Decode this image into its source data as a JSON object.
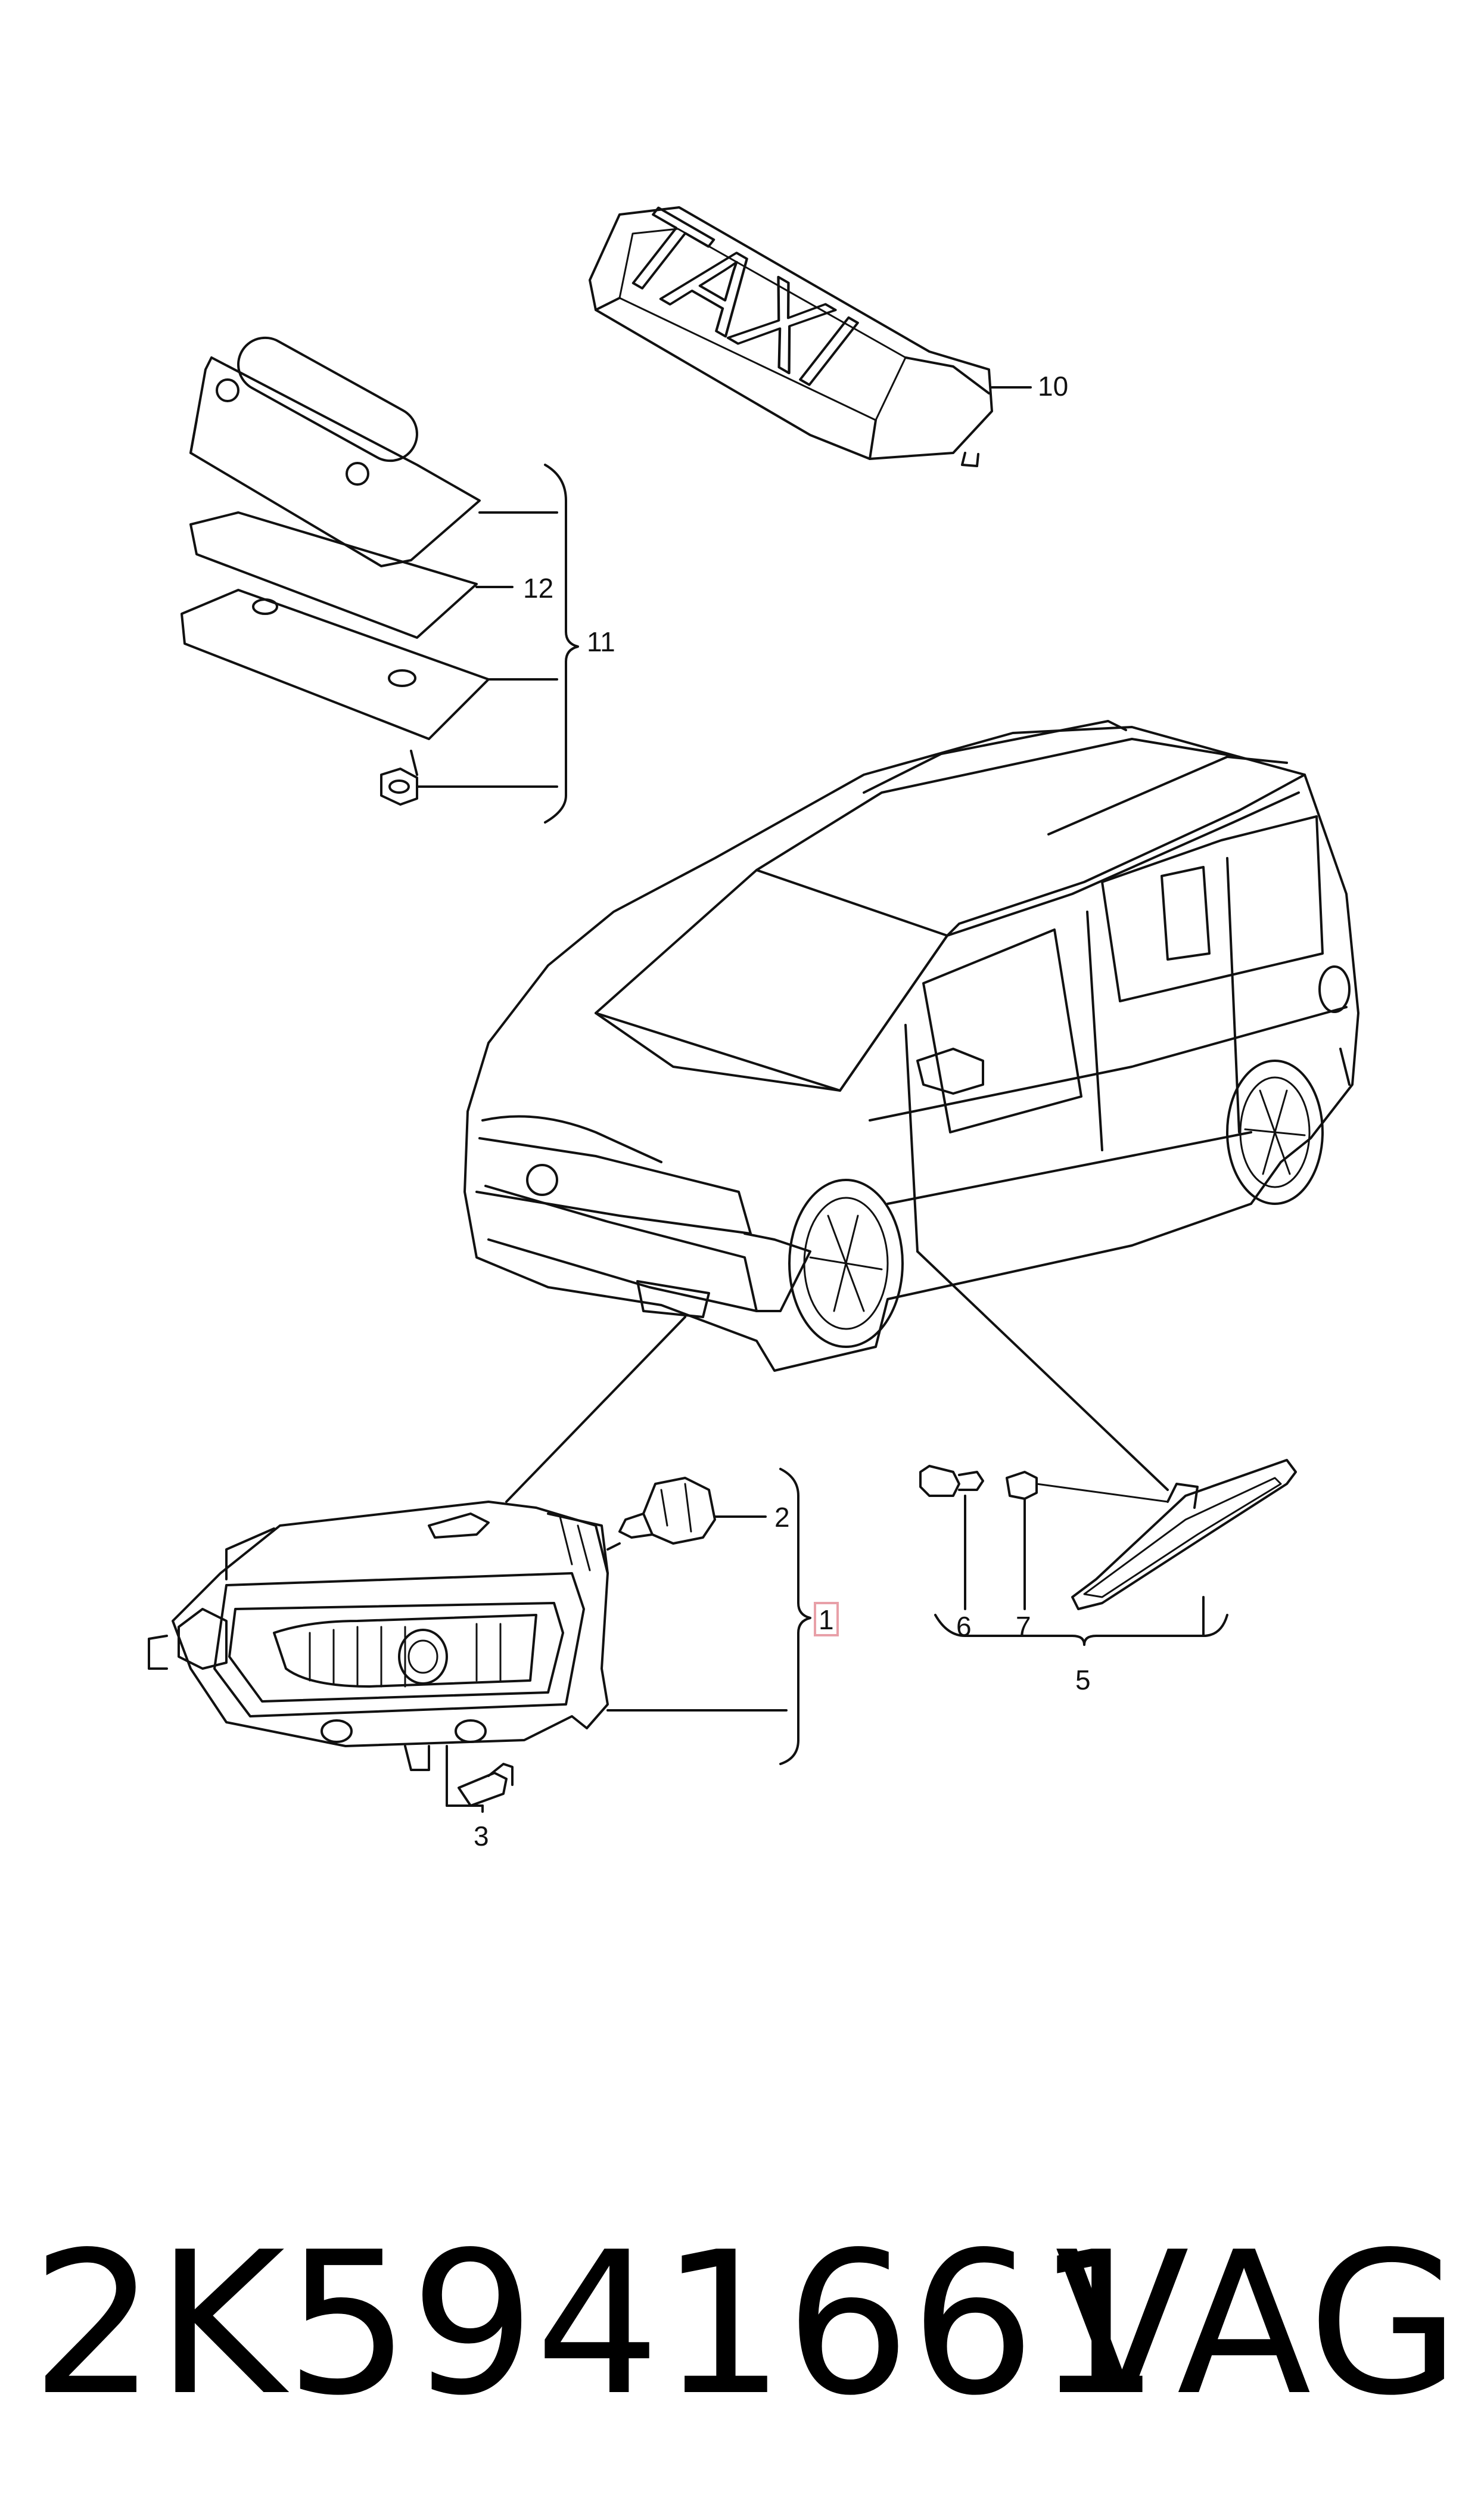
{
  "diagram": {
    "taxi_sign_text": "TAXI",
    "callouts": {
      "c1": "1",
      "c2": "2",
      "c3": "3",
      "c5": "5",
      "c6": "6",
      "c7": "7",
      "c10": "10",
      "c11": "11",
      "c12": "12"
    },
    "highlight_color": "#e8a0a8"
  },
  "footer": {
    "part_number": "2K5941661",
    "brand": "VAG"
  }
}
